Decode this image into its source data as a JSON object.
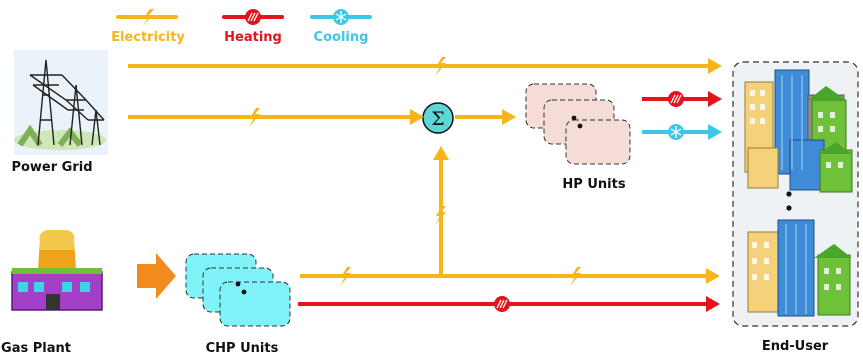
{
  "legend": {
    "electricity": "Electricity",
    "heating": "Heating",
    "cooling": "Cooling"
  },
  "nodes": {
    "power_grid": "Power Grid",
    "gas_plant": "Gas Plant",
    "chp_units": "CHP Units",
    "hp_units": "HP Units",
    "end_user": "End-User"
  },
  "symbols": {
    "sum": "Σ"
  },
  "colors": {
    "electricity": "#F7B51C",
    "heating": "#E3141B",
    "cooling": "#3EC6E8",
    "chp_fill": "#7FF3F7",
    "hp_fill": "#F5DCD7",
    "sum_fill": "#5ED6D6",
    "gas_arrow": "#F28A1E"
  },
  "icons": {
    "electricity": "lightning-bolt-icon",
    "heating": "heating-coil-icon",
    "cooling": "snowflake-icon"
  }
}
